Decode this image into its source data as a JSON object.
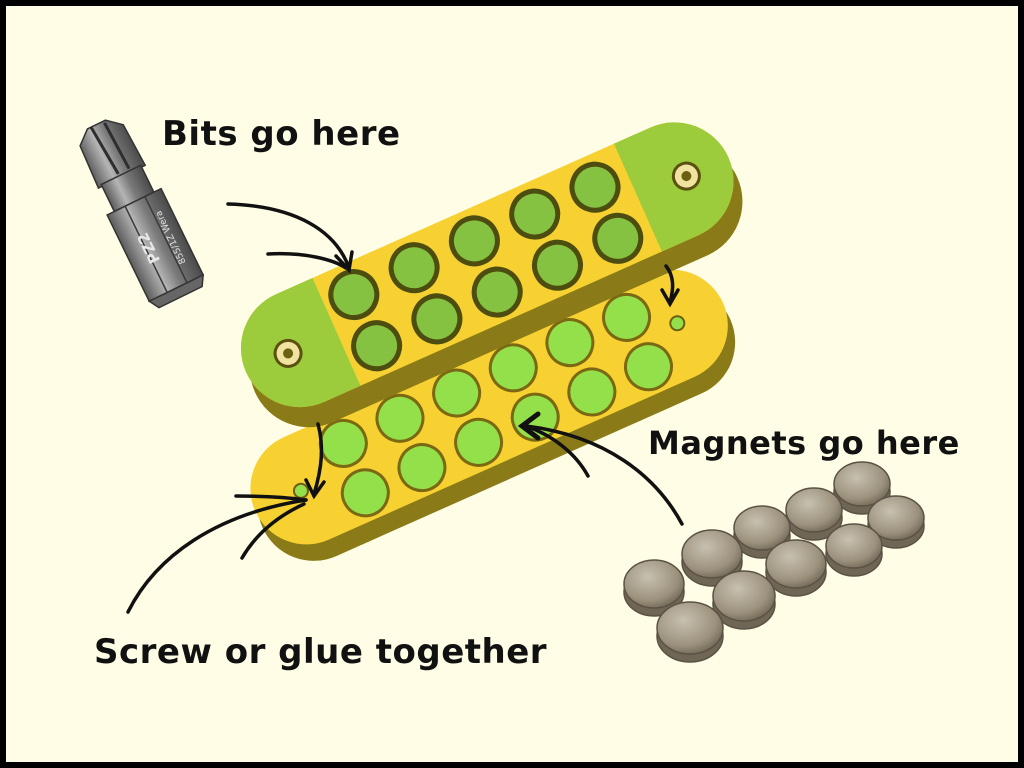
{
  "labels": {
    "bits": "Bits go here",
    "magnets": "Magnets go here",
    "screw": "Screw or glue together"
  },
  "bit": {
    "marking_model": "PZ2",
    "marking_detail": "855/1Z Wera"
  },
  "colors": {
    "background": "#fffde6",
    "frame": "#000000",
    "plate_yellow": "#f6d131",
    "plate_side": "#8a7a18",
    "end_green": "#9ccb3c",
    "hole_green": "#94e04a",
    "arrow": "#111111",
    "magnet": "#a59c8a",
    "bit_metal": "#8e8e8e"
  },
  "icons": [
    "screwdriver-bit",
    "bit-holder-top-plate",
    "magnet-base-plate",
    "magnet-stack",
    "callout-arrow"
  ]
}
